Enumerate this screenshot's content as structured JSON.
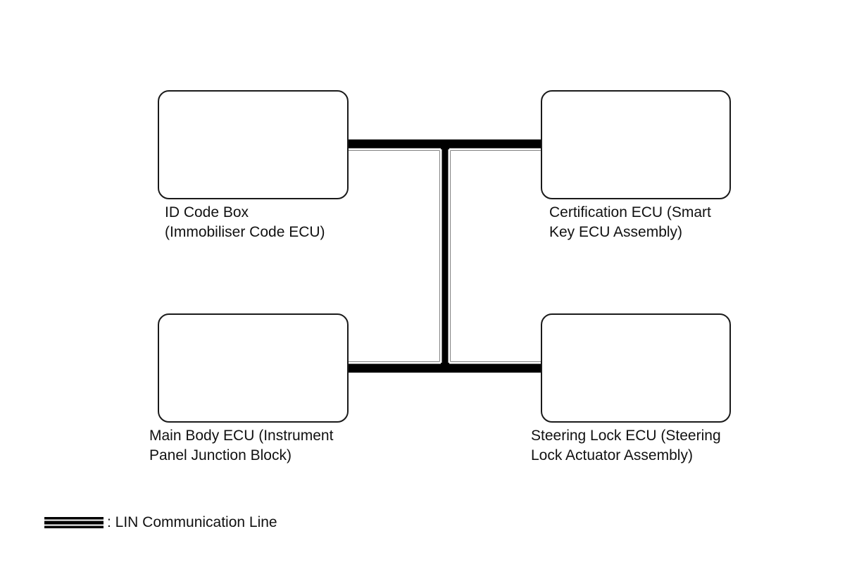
{
  "diagram": {
    "nodes": {
      "id_code_box": {
        "line1": "ID Code Box",
        "line2": "(Immobiliser Code ECU)"
      },
      "certification_ecu": {
        "line1": "Certification ECU (Smart",
        "line2": "Key ECU Assembly)"
      },
      "main_body_ecu": {
        "line1": "Main Body ECU (Instrument",
        "line2": "Panel Junction Block)"
      },
      "steering_lock_ecu": {
        "line1": "Steering Lock ECU (Steering",
        "line2": "Lock Actuator Assembly)"
      }
    },
    "connection": {
      "type": "LIN bus",
      "connects": [
        "id_code_box",
        "certification_ecu",
        "main_body_ecu",
        "steering_lock_ecu"
      ]
    },
    "legend": {
      "text": ": LIN Communication Line"
    },
    "colors": {
      "line": "#000000",
      "border": "#1a1a1a",
      "background": "#ffffff"
    }
  }
}
